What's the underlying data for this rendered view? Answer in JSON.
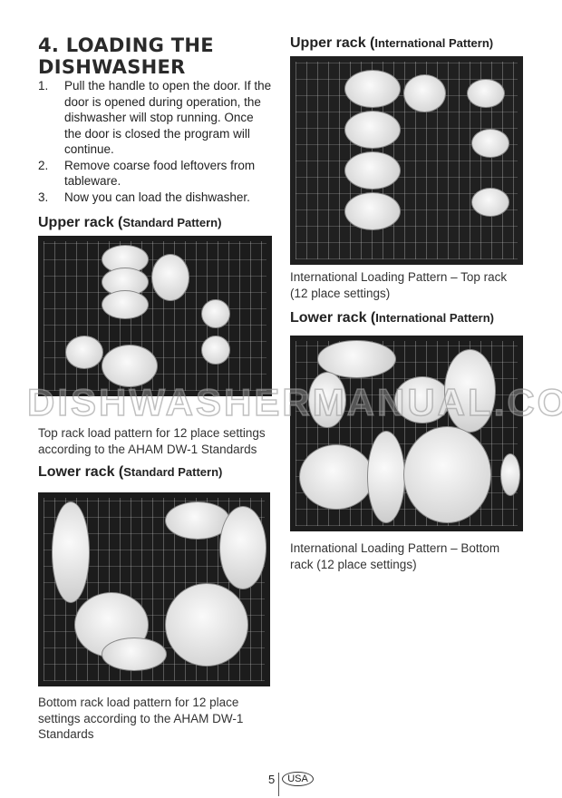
{
  "section_title": "4. LOADING THE DISHWASHER",
  "steps": [
    {
      "num": "1.",
      "text": "Pull the handle to open the door. If the door is opened during operation, the dishwasher will stop running. Once the door is closed the program will continue."
    },
    {
      "num": "2.",
      "text": "Remove coarse food leftovers from tableware."
    },
    {
      "num": "3.",
      "text": "Now you can load the dishwasher."
    }
  ],
  "upper_standard": {
    "heading": "Upper rack (",
    "pattern": "Standard Pattern)",
    "caption": "Top rack load pattern for 12 place settings according to the AHAM DW-1 Standards"
  },
  "lower_standard": {
    "heading": "Lower rack (",
    "pattern": "Standard Pattern)",
    "caption": "Bottom rack load pattern for 12 place settings according to the AHAM DW-1 Standards"
  },
  "upper_international": {
    "heading": "Upper rack (",
    "pattern": "International Pattern)",
    "caption": "International Loading Pattern – Top rack (12 place settings)"
  },
  "lower_international": {
    "heading": "Lower rack (",
    "pattern": "International Pattern)",
    "caption": "International Loading Pattern – Bottom rack (12 place settings)"
  },
  "watermark": "DISHWASHERMANUAL.COM",
  "footer": {
    "page_number": "5",
    "region": "USA"
  }
}
